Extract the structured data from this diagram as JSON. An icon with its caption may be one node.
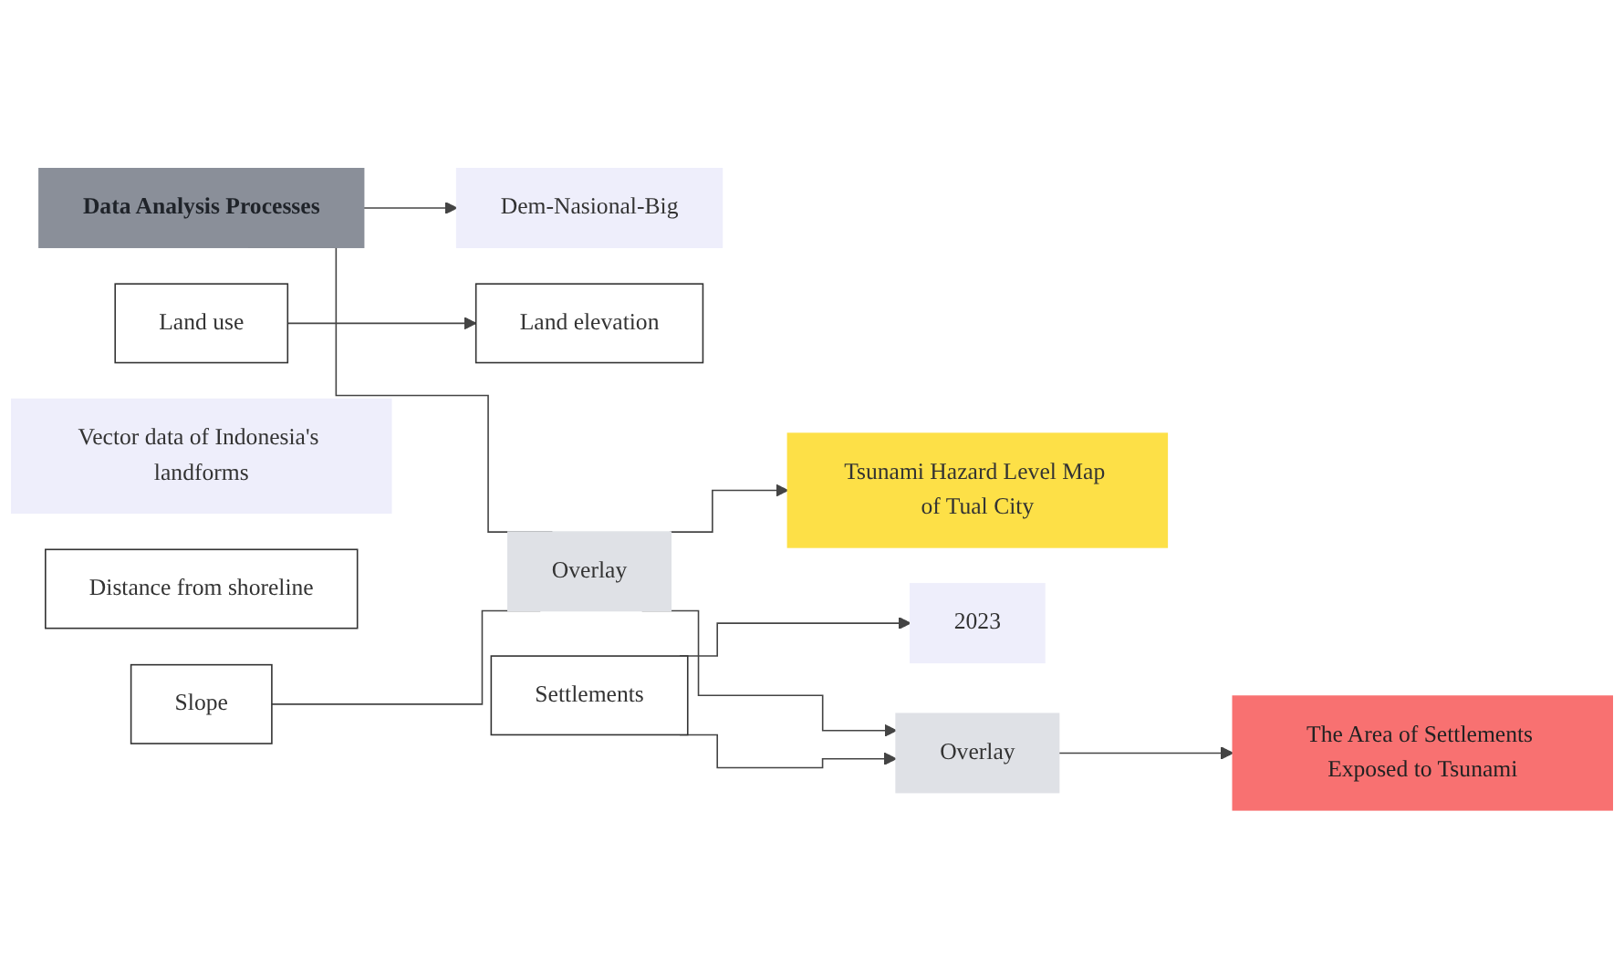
{
  "diagram": {
    "nodes": [
      {
        "text": [
          "Data Analysis Processes"
        ]
      },
      {
        "text": [
          "Dem-Nasional-Big"
        ]
      },
      {
        "text": [
          "Land elevation"
        ]
      },
      {
        "text": [
          "Slope"
        ]
      },
      {
        "text": [
          "Overlay"
        ]
      },
      {
        "text": [
          "Tsunami Hazard Level Map of Tual City"
        ]
      },
      {
        "text": [
          "Vector data of Indonesia's landforms"
        ]
      },
      {
        "text": [
          "Distance from shoreline"
        ]
      },
      {
        "text": [
          "Land use"
        ]
      },
      {
        "text": [
          "2023"
        ]
      },
      {
        "text": [
          "Settlements"
        ]
      },
      {
        "text": [
          "Overlay"
        ]
      },
      {
        "text": [
          "The Area of Settlements Exposed to Tsunami"
        ]
      }
    ],
    "edges": [
      {
        "from": 0,
        "to": 1,
        "arrow": "to"
      },
      {
        "from": 0,
        "to": 4,
        "arrow": "none"
      },
      {
        "from": 3,
        "to": 4,
        "arrow": "none"
      },
      {
        "from": 8,
        "to": 2,
        "arrow": "to"
      },
      {
        "from": 4,
        "to": 5,
        "arrow": "to"
      },
      {
        "from": 4,
        "to": 11,
        "arrow": "to"
      },
      {
        "from": 10,
        "to": 9,
        "arrow": "to"
      },
      {
        "from": 10,
        "to": 11,
        "arrow": "to"
      },
      {
        "from": 11,
        "to": 12,
        "arrow": "to"
      }
    ]
  }
}
